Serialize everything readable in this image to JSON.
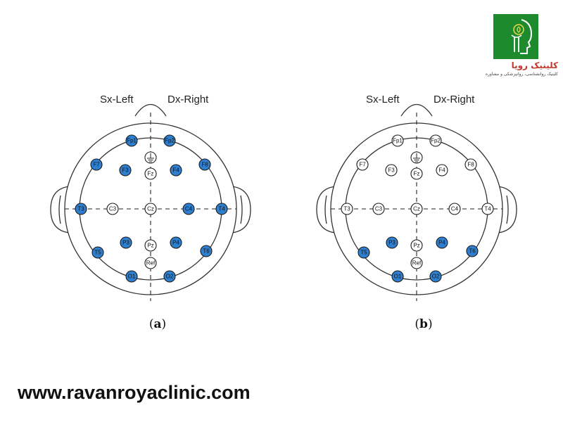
{
  "brand": {
    "name": "کلینیک رویا",
    "tagline": "کلینیک روانشناسی، روانپزشکی و مشاوره",
    "website": "www.ravanroyaclinic.com",
    "logo_icon": "head-profile-logo-icon",
    "logo_color": "#1e8a2e"
  },
  "colors": {
    "active": "#2f7fd1",
    "inactive": "#ffffff"
  },
  "diagrams": [
    {
      "caption_open": "(",
      "caption_letter": "a",
      "caption_close": ")",
      "left_label": "Sx-Left",
      "right_label": "Dx-Right",
      "electrodes": [
        {
          "label": "Fp1",
          "active": true
        },
        {
          "label": "Fp2",
          "active": true
        },
        {
          "label": "F7",
          "active": true
        },
        {
          "label": "F3",
          "active": true
        },
        {
          "label": "Fz",
          "active": false
        },
        {
          "label": "F4",
          "active": true
        },
        {
          "label": "F8",
          "active": true
        },
        {
          "label": "T3",
          "active": true
        },
        {
          "label": "C3",
          "active": false
        },
        {
          "label": "Cz",
          "active": false
        },
        {
          "label": "C4",
          "active": true
        },
        {
          "label": "T4",
          "active": true
        },
        {
          "label": "T5",
          "active": true
        },
        {
          "label": "P3",
          "active": true
        },
        {
          "label": "Pz",
          "active": false
        },
        {
          "label": "P4",
          "active": true
        },
        {
          "label": "T6",
          "active": true
        },
        {
          "label": "Ref",
          "active": false
        },
        {
          "label": "O1",
          "active": true
        },
        {
          "label": "O2",
          "active": true
        }
      ]
    },
    {
      "caption_open": "(",
      "caption_letter": "b",
      "caption_close": ")",
      "left_label": "Sx-Left",
      "right_label": "Dx-Right",
      "electrodes": [
        {
          "label": "Fp1",
          "active": false
        },
        {
          "label": "Fp2",
          "active": false
        },
        {
          "label": "F7",
          "active": false
        },
        {
          "label": "F3",
          "active": false
        },
        {
          "label": "Fz",
          "active": false
        },
        {
          "label": "F4",
          "active": false
        },
        {
          "label": "F8",
          "active": false
        },
        {
          "label": "T3",
          "active": false
        },
        {
          "label": "C3",
          "active": false
        },
        {
          "label": "Cz",
          "active": false
        },
        {
          "label": "C4",
          "active": false
        },
        {
          "label": "T4",
          "active": false
        },
        {
          "label": "T5",
          "active": true
        },
        {
          "label": "P3",
          "active": true
        },
        {
          "label": "Pz",
          "active": false
        },
        {
          "label": "P4",
          "active": true
        },
        {
          "label": "T6",
          "active": true
        },
        {
          "label": "Ref",
          "active": false
        },
        {
          "label": "O1",
          "active": true
        },
        {
          "label": "O2",
          "active": true
        }
      ]
    }
  ]
}
